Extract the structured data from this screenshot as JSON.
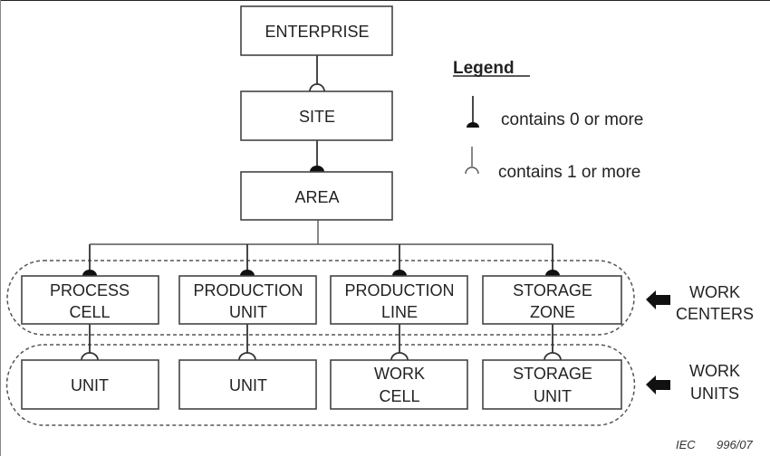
{
  "diagram": {
    "hierarchy": {
      "enterprise": "ENTERPRISE",
      "site": "SITE",
      "area": "AREA"
    },
    "work_centers": [
      {
        "line1": "PROCESS",
        "line2": "CELL",
        "relation_to_area": "contains 0 or more"
      },
      {
        "line1": "PRODUCTION",
        "line2": "UNIT",
        "relation_to_area": "contains 0 or more"
      },
      {
        "line1": "PRODUCTION",
        "line2": "LINE",
        "relation_to_area": "contains 0 or more"
      },
      {
        "line1": "STORAGE",
        "line2": "ZONE",
        "relation_to_area": "contains 0 or more"
      }
    ],
    "work_units": [
      {
        "line1": "UNIT",
        "line2": "",
        "relation_to_parent": "contains 1 or more"
      },
      {
        "line1": "UNIT",
        "line2": "",
        "relation_to_parent": "contains 1 or more"
      },
      {
        "line1": "WORK",
        "line2": "CELL",
        "relation_to_parent": "contains 1 or more"
      },
      {
        "line1": "STORAGE",
        "line2": "UNIT",
        "relation_to_parent": "contains 1 or more"
      }
    ],
    "relations": {
      "enterprise_to_site": "contains 1 or more",
      "site_to_area": "contains 0 or more"
    },
    "groups": {
      "work_centers": {
        "line1": "WORK",
        "line2": "CENTERS"
      },
      "work_units": {
        "line1": "WORK",
        "line2": "UNITS"
      }
    },
    "legend": {
      "title": "Legend",
      "items": [
        {
          "icon": "filled-semicircle-connector-icon",
          "label": "contains 0 or more"
        },
        {
          "icon": "open-arc-connector-icon",
          "label": "contains 1 or more"
        }
      ]
    },
    "credit": {
      "org": "IEC",
      "code": "996/07"
    }
  },
  "colors": {
    "line": "#333333",
    "box_border": "#444444",
    "background": "#ffffff"
  }
}
